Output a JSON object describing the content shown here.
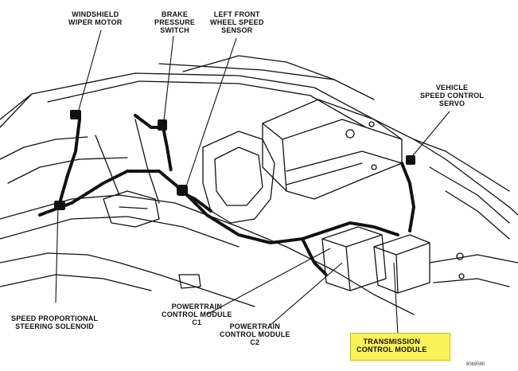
{
  "labels": {
    "windshield_wiper_motor": [
      "WINDSHIELD",
      "WIPER MOTOR"
    ],
    "brake_pressure_switch": [
      "BRAKE",
      "PRESSURE",
      "SWITCH"
    ],
    "left_front_wheel_speed_sensor": [
      "LEFT FRONT",
      "WHEEL SPEED",
      "SENSOR"
    ],
    "vehicle_speed_control_servo": [
      "VEHICLE",
      "SPEED CONTROL",
      "SERVO"
    ],
    "speed_proportional_steering_solenoid": [
      "SPEED PROPORTIONAL",
      "STEERING SOLENOID"
    ],
    "powertrain_control_module_c1": [
      "POWERTRAIN",
      "CONTROL MODULE",
      "C1"
    ],
    "powertrain_control_module_c2": [
      "POWERTRAIN",
      "CONTROL MODULE",
      "C2"
    ],
    "transmission_control_module": [
      "TRANSMISSION",
      "CONTROL MODULE"
    ]
  },
  "figure_number": "80b9590",
  "colors": {
    "highlight": "#fbf25a",
    "ink": "#111111"
  }
}
